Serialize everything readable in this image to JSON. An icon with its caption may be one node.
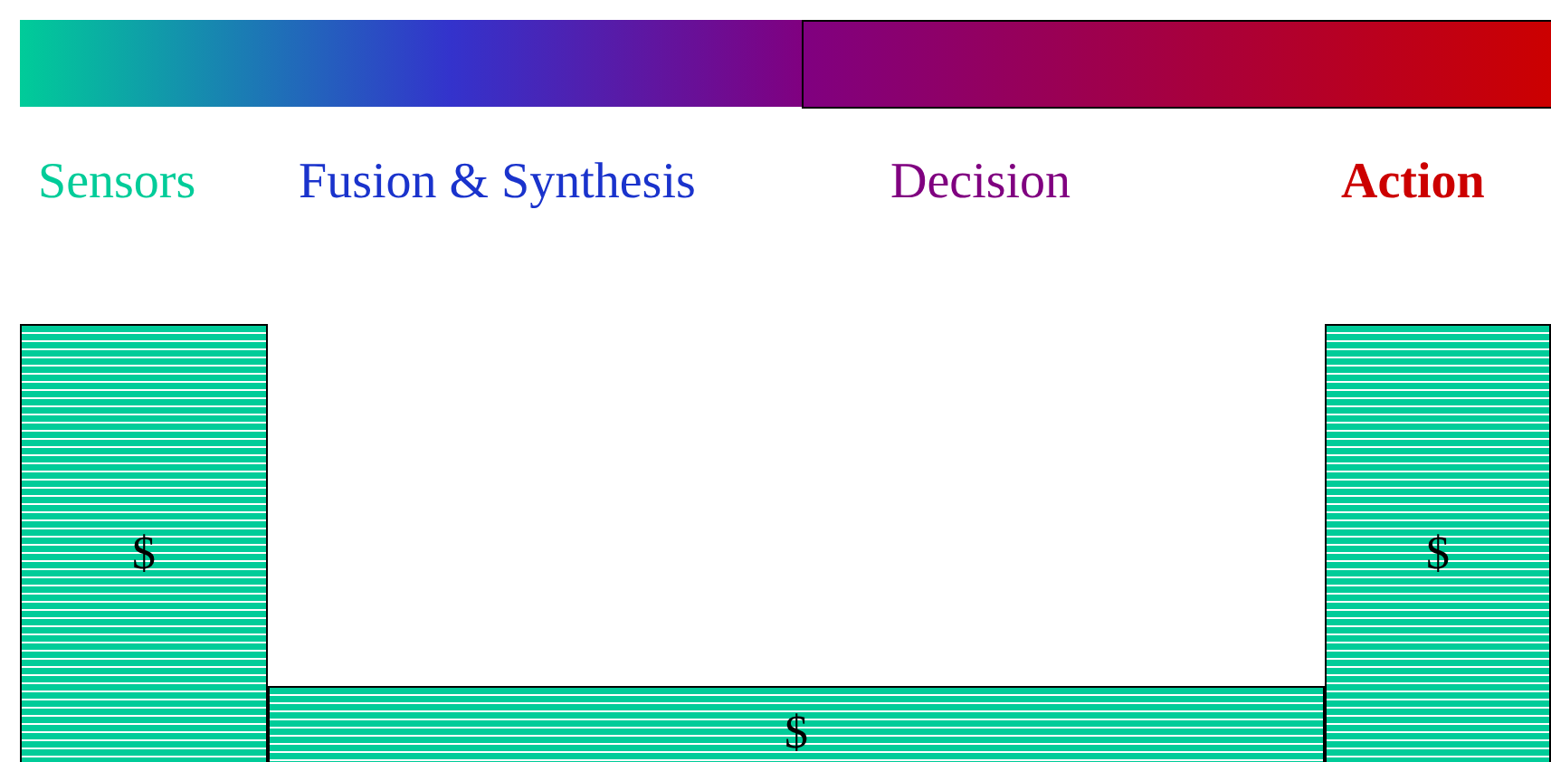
{
  "diagram": {
    "nodes": [
      {
        "text": [
          "$"
        ]
      },
      {
        "text": [
          "$"
        ]
      },
      {
        "text": [
          "$"
        ]
      }
    ],
    "labels": [
      "Sensors",
      "Fusion & Synthesis",
      "Decision",
      "Action"
    ]
  }
}
